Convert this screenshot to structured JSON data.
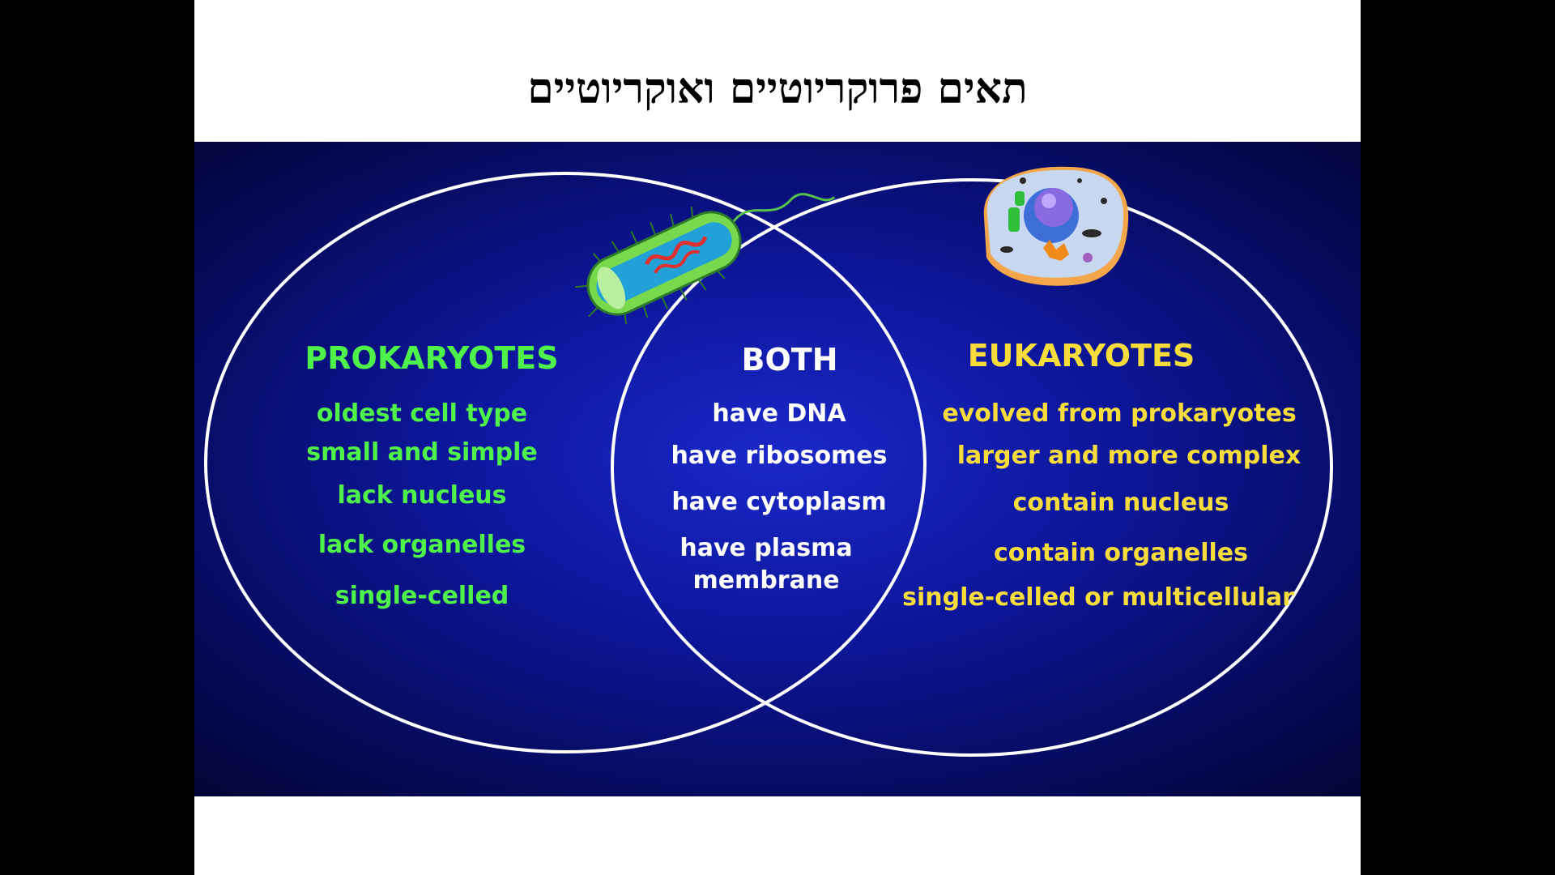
{
  "slide": {
    "title": "תאים פרוקריוטיים ואוקריוטיים"
  },
  "diagram": {
    "prokaryotes": {
      "heading": "PROKARYOTES",
      "color": "#4ff24a",
      "items": [
        "oldest cell type",
        "small and simple",
        "lack nucleus",
        "lack organelles",
        "single-celled"
      ]
    },
    "both": {
      "heading": "BOTH",
      "color": "#ffffff",
      "items": [
        "have DNA",
        "have ribosomes",
        "have cytoplasm",
        "have plasma membrane"
      ]
    },
    "eukaryotes": {
      "heading": "EUKARYOTES",
      "color": "#f7dc3c",
      "items": [
        "evolved from prokaryotes",
        "larger and more complex",
        "contain nucleus",
        "contain organelles",
        "single-celled or multicellular"
      ]
    },
    "icons": [
      "bacterium-icon",
      "eukaryotic-cell-icon"
    ]
  }
}
